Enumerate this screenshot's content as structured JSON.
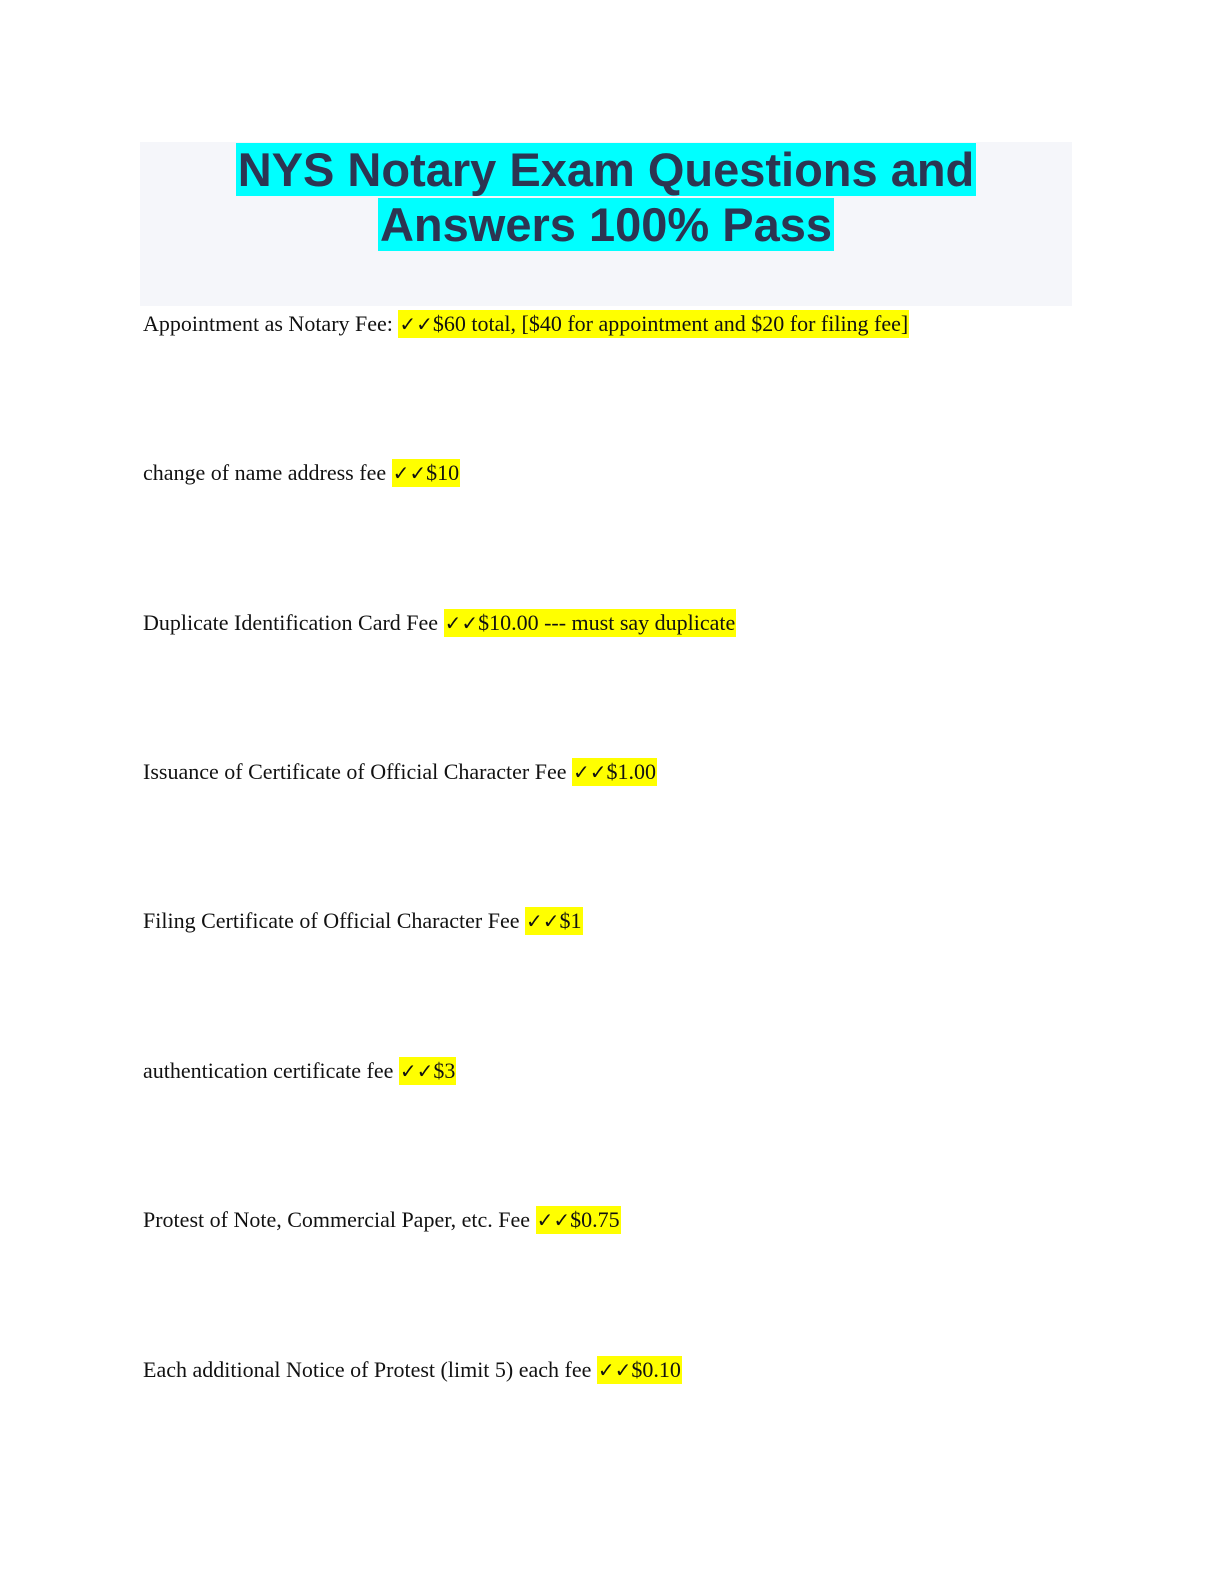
{
  "document": {
    "title_line1": "NYS Notary Exam Questions and",
    "title_line2": "Answers 100% Pass",
    "check_mark": "✓✓",
    "items": [
      {
        "question": "Appointment as Notary Fee:",
        "answer": "$60 total, [$40 for appointment and $20 for filing fee]"
      },
      {
        "question": "change of name address fee",
        "answer": "$10"
      },
      {
        "question": "Duplicate Identification Card Fee",
        "answer": "$10.00 --- must say duplicate"
      },
      {
        "question": "Issuance of Certificate of Official Character Fee",
        "answer": "$1.00"
      },
      {
        "question": "Filing Certificate of Official Character Fee",
        "answer": "$1"
      },
      {
        "question": "authentication certificate fee",
        "answer": "$3"
      },
      {
        "question": "Protest of Note, Commercial Paper, etc. Fee",
        "answer": "$0.75"
      },
      {
        "question": "Each additional Notice of Protest (limit 5) each fee",
        "answer": "$0.10"
      }
    ]
  },
  "colors": {
    "title_highlight": "#00ffff",
    "answer_highlight": "#ffff00",
    "title_text": "#2c3552",
    "title_box_bg": "#f5f6fa"
  }
}
